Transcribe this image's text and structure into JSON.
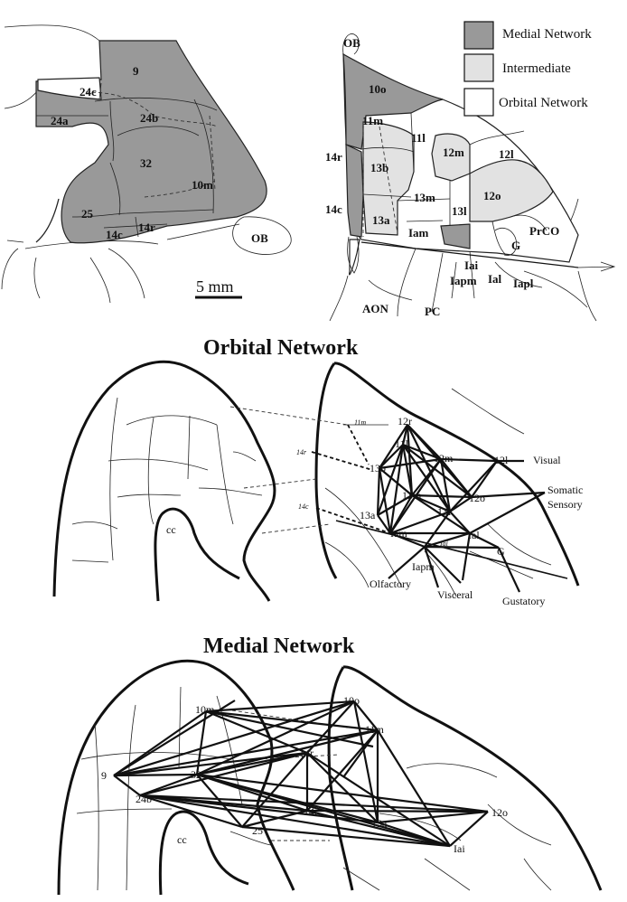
{
  "legend": {
    "medial": "Medial Network",
    "intermediate": "Intermediate",
    "orbital": "Orbital Network"
  },
  "colors": {
    "medial": "#999999",
    "intermediate": "#e2e2e2",
    "orbital": "#ffffff"
  },
  "scale_bar": "5 mm",
  "titles": {
    "orbital": "Orbital Network",
    "medial": "Medial Network"
  },
  "medial_view_labels": {
    "a9": "9",
    "a24c": "24c",
    "a24a": "24a",
    "a24b": "24b",
    "a32": "32",
    "a10m": "10m",
    "a25": "25",
    "a14c": "14c",
    "a14r": "14r",
    "ob": "OB"
  },
  "orbital_view_labels": {
    "ob": "OB",
    "a10o": "10o",
    "a11m": "11m",
    "a11l": "11l",
    "a12m": "12m",
    "a12l": "12l",
    "a14r": "14r",
    "a13b": "13b",
    "a14c": "14c",
    "a13m": "13m",
    "a12o": "12o",
    "a13l": "13l",
    "a13a": "13a",
    "iam": "Iam",
    "prco": "PrCO",
    "g": "G",
    "iai": "Iai",
    "iapm": "Iapm",
    "ial": "Ial",
    "iapl": "Iapl",
    "aon": "AON",
    "pc": "PC"
  },
  "orbital_network": {
    "nodes": {
      "n12r": "12r",
      "n11l": "11l",
      "n11m": "11m",
      "n12m": "12m",
      "n12l": "12l",
      "n13b": "13b",
      "n14r": "14r",
      "n14c": "14c",
      "n13m": "13m",
      "n12o": "12o",
      "n13l": "13l",
      "n13a": "13a",
      "nIam": "Iam",
      "nIal": "Ial",
      "nIai": "Iai",
      "nG": "G",
      "nIapm": "Iapm",
      "ncc": "cc"
    },
    "modalities": {
      "visual": "Visual",
      "somatic": "Somatic",
      "sensory": "Sensory",
      "olfactory": "Olfactory",
      "visceral": "Visceral",
      "gustatory": "Gustatory"
    }
  },
  "medial_network": {
    "nodes": {
      "n10m": "10m",
      "n10o": "10o",
      "n11m": "11m",
      "n9": "9",
      "n32": "32",
      "n14r": "14r",
      "n24b": "24b",
      "n14c": "14c",
      "n13a": "13a",
      "n12o": "12o",
      "n25": "25",
      "nIai": "Iai",
      "ncc": "cc"
    }
  }
}
